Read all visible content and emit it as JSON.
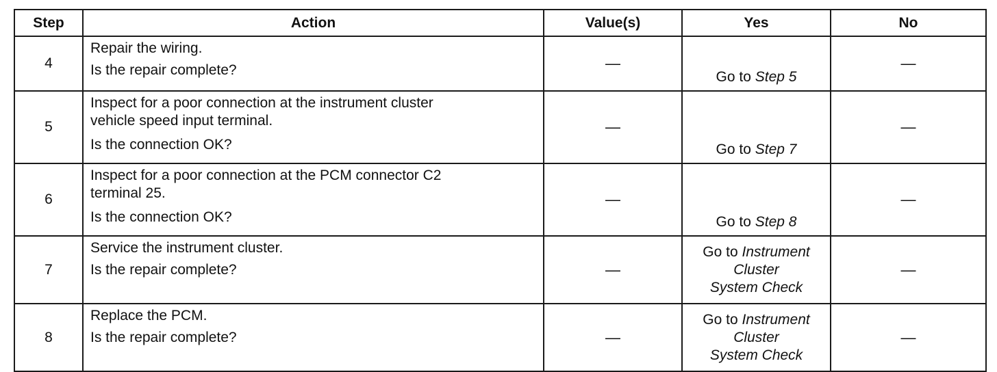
{
  "headers": {
    "step": "Step",
    "action": "Action",
    "values": "Value(s)",
    "yes": "Yes",
    "no": "No"
  },
  "rows": [
    {
      "step": "4",
      "action": [
        "Repair the wiring."
      ],
      "question": "Is the repair complete?",
      "value": "—",
      "yes_prefix": "Go to",
      "yes_link": [
        "Step 5"
      ],
      "no": "—"
    },
    {
      "step": "5",
      "action": [
        "Inspect for a poor connection at the instrument cluster",
        "vehicle speed input terminal."
      ],
      "question": "Is the connection OK?",
      "value": "—",
      "yes_prefix": "Go to",
      "yes_link": [
        "Step 7"
      ],
      "no": "—"
    },
    {
      "step": "6",
      "action": [
        "Inspect for a poor connection at the PCM connector C2",
        "terminal 25."
      ],
      "question": "Is the connection OK?",
      "value": "—",
      "yes_prefix": "Go to",
      "yes_link": [
        "Step 8"
      ],
      "no": "—"
    },
    {
      "step": "7",
      "action": [
        "Service the instrument cluster."
      ],
      "question": "Is the repair complete?",
      "value": "—",
      "yes_prefix": "Go to",
      "yes_link": [
        "Instrument",
        "Cluster",
        "System Check"
      ],
      "no": "—"
    },
    {
      "step": "8",
      "action": [
        "Replace the PCM."
      ],
      "question": "Is the repair complete?",
      "value": "—",
      "yes_prefix": "Go to",
      "yes_link": [
        "Instrument",
        "Cluster",
        "System Check"
      ],
      "no": "—"
    }
  ]
}
